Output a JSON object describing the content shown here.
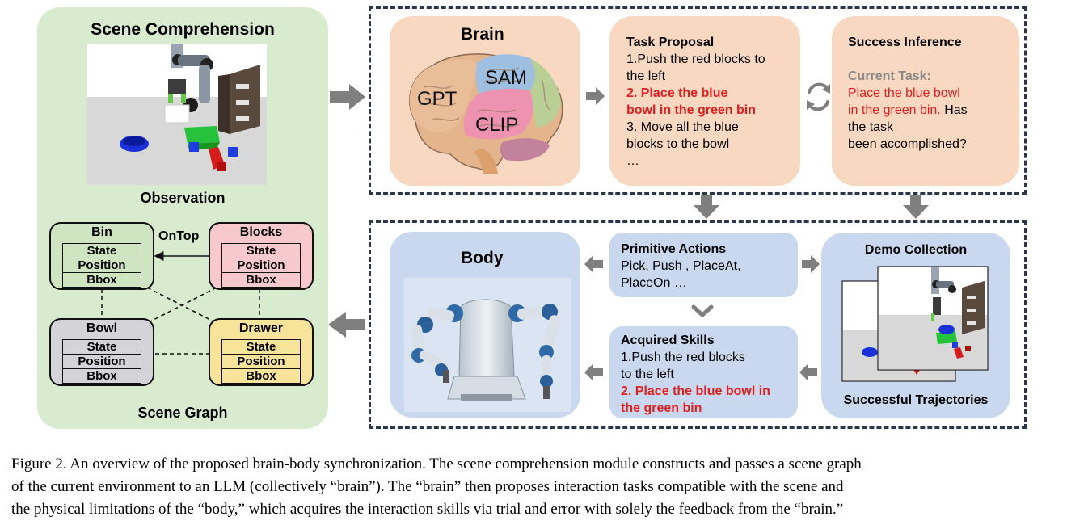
{
  "scene": {
    "title": "Scene Comprehension",
    "observation_label": "Observation",
    "scene_graph_label": "Scene Graph",
    "edge_label": "OnTop",
    "nodes": {
      "bin": {
        "title": "Bin",
        "rows": [
          "State",
          "Position",
          "Bbox"
        ]
      },
      "blocks": {
        "title": "Blocks",
        "rows": [
          "State",
          "Position",
          "Bbox"
        ]
      },
      "bowl": {
        "title": "Bowl",
        "rows": [
          "State",
          "Position",
          "Bbox"
        ]
      },
      "drawer": {
        "title": "Drawer",
        "rows": [
          "State",
          "Position",
          "Bbox"
        ]
      }
    }
  },
  "brain": {
    "title": "Brain",
    "regions": [
      "GPT",
      "SAM",
      "CLIP"
    ]
  },
  "task_proposal": {
    "title": "Task Proposal",
    "line1": "1.Push the red blocks to",
    "line2": "the left",
    "line3": "2. Place the blue",
    "line4": "bowl in the green bin",
    "line5": "3. Move all the blue",
    "line6": "blocks to the bowl",
    "line7": "…"
  },
  "success_inference": {
    "title": "Success Inference",
    "current_task_label": "Current Task:",
    "line1": "Place the blue bowl",
    "line2_red": "in the green bin.",
    "line2_black": " Has",
    "line3": "the task",
    "line4": "been accomplished?"
  },
  "body": {
    "title": "Body"
  },
  "primitive_actions": {
    "title": "Primitive Actions",
    "line1": "Pick, Push , PlaceAt,",
    "line2": "PlaceOn …"
  },
  "acquired_skills": {
    "title": "Acquired Skills",
    "line1": "1.Push the red blocks",
    "line2": "to the left",
    "line3": "2. Place the blue bowl in",
    "line4": "the green bin"
  },
  "demo": {
    "title": "Demo Collection",
    "bottom": "Successful Trajectories"
  },
  "caption": {
    "line1": "Figure 2. An overview of the proposed brain-body synchronization. The scene comprehension module constructs and passes a scene graph",
    "line2": "of the current environment to an LLM (collectively “brain”). The “brain” then proposes interaction tasks compatible with the scene and",
    "line3": "the physical limitations of the “body,” which acquires the interaction skills via trial and error with solely the feedback from the “brain.”"
  },
  "colors": {
    "scene_bg": "#d9ebcf",
    "brain_bg": "#f8d8c0",
    "body_bg": "#c9d8ee",
    "red_text": "#e02020",
    "arrow": "#7f7f7f",
    "bin_node": "#cfe5c2",
    "blocks_node": "#f7c9cc",
    "bowl_node": "#d4d4d8",
    "drawer_node": "#f8e39a"
  }
}
